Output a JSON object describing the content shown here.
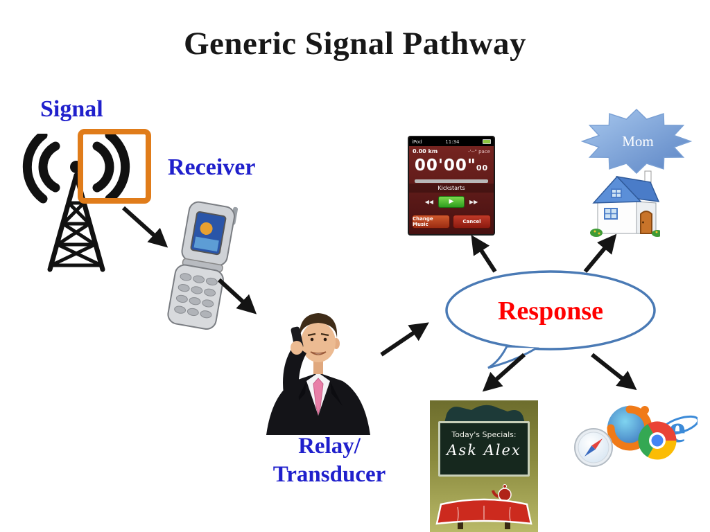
{
  "slide": {
    "title": "Generic Signal Pathway"
  },
  "labels": {
    "signal": "Signal",
    "receiver": "Receiver",
    "relay_line1": "Relay/",
    "relay_line2": "Transducer",
    "response": "Response",
    "mom": "Mom"
  },
  "timer_app": {
    "status_left": "iPod",
    "status_time": "11:34",
    "distance": "0.00 km",
    "pace": "-'--\" pace",
    "time_main": "00'00\"",
    "time_sub": "00",
    "track_title": "Kickstarts",
    "prev_label": "◀◀",
    "play_label": "▶",
    "next_label": "▶▶",
    "button_left": "Change Music",
    "button_right": "Cancel"
  },
  "chalkboard": {
    "line1": "Today's Specials:",
    "line2": "Ask Alex"
  },
  "browsers": {
    "ie_letter": "e"
  },
  "colors": {
    "label_blue": "#2020CC",
    "response_red": "#FF0000",
    "signal_box_orange": "#E07C1A",
    "bubble_outline": "#4A7AB5",
    "starburst_blue": "#6C9BD2",
    "chalkboard_green": "#16281E",
    "table_red": "#CC2A1E"
  }
}
